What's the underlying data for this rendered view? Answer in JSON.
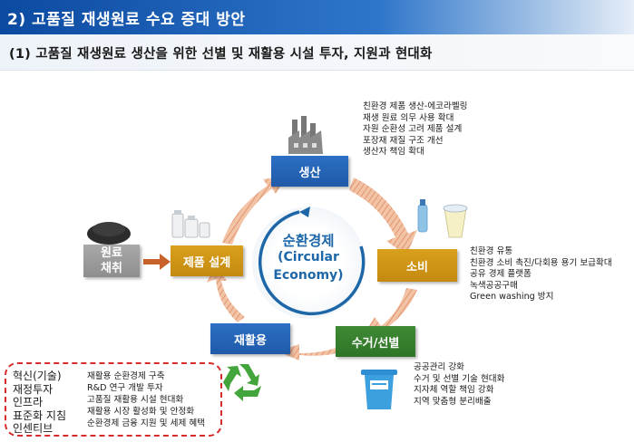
{
  "header": {
    "title": "2) 고품질 재생원료 수요 증대 방안"
  },
  "subheader": {
    "title": "(1) 고품질 재생원료 생산을 위한 선별 및 재활용 시설 투자, 지원과 현대화"
  },
  "cycle": {
    "center": {
      "line1": "순환경제",
      "line2": "(Circular",
      "line3": "Economy)"
    },
    "production": {
      "label": "생산"
    },
    "consumption": {
      "label": "소비"
    },
    "collection": {
      "label": "수거/선별"
    },
    "recycling": {
      "label": "재활용"
    },
    "design": {
      "label": "제품 설계"
    },
    "raw": {
      "line1": "원료",
      "line2": "채취"
    }
  },
  "notes": {
    "production": [
      "친환경 제품 생산-에코라벨링",
      "재생 원료 의무 사용 확대",
      "자원 순환성 고려 제품 설계",
      "포장재 재질 구조 개선",
      "생산자 책임 확대"
    ],
    "consumption": [
      "친환경 유통",
      "친환경 소비 촉진/다회용 용기 보급확대",
      "공유 경제 플랫폼",
      "녹색공공구매",
      "Green washing 방지"
    ],
    "collection": [
      "공공관리 강화",
      "수거 및 선별 기술 현대화",
      "지자체 역할 책임 강화",
      "지역 맞춤형 분리배출"
    ]
  },
  "policy": {
    "categories": [
      "혁신(기술)",
      "재정투자",
      "인프라",
      "표준화 지침",
      "인센티브"
    ],
    "actions": [
      "재활용 순환경제 구축",
      "R&D 연구 개발 투자",
      "고품질 재활용 시설 현대화",
      "재활용 시장 활성화 및 안정화",
      "순환경제 금융 지원 및 세제 혜택"
    ]
  },
  "colors": {
    "header": "#0b4aa1",
    "box_blue": "#1f5aa8",
    "box_gold": "#c38a10",
    "box_green": "#2f7426",
    "box_gray": "#8e8e8e",
    "arrow": "#e8a57e",
    "dash": "#d62b2b"
  }
}
